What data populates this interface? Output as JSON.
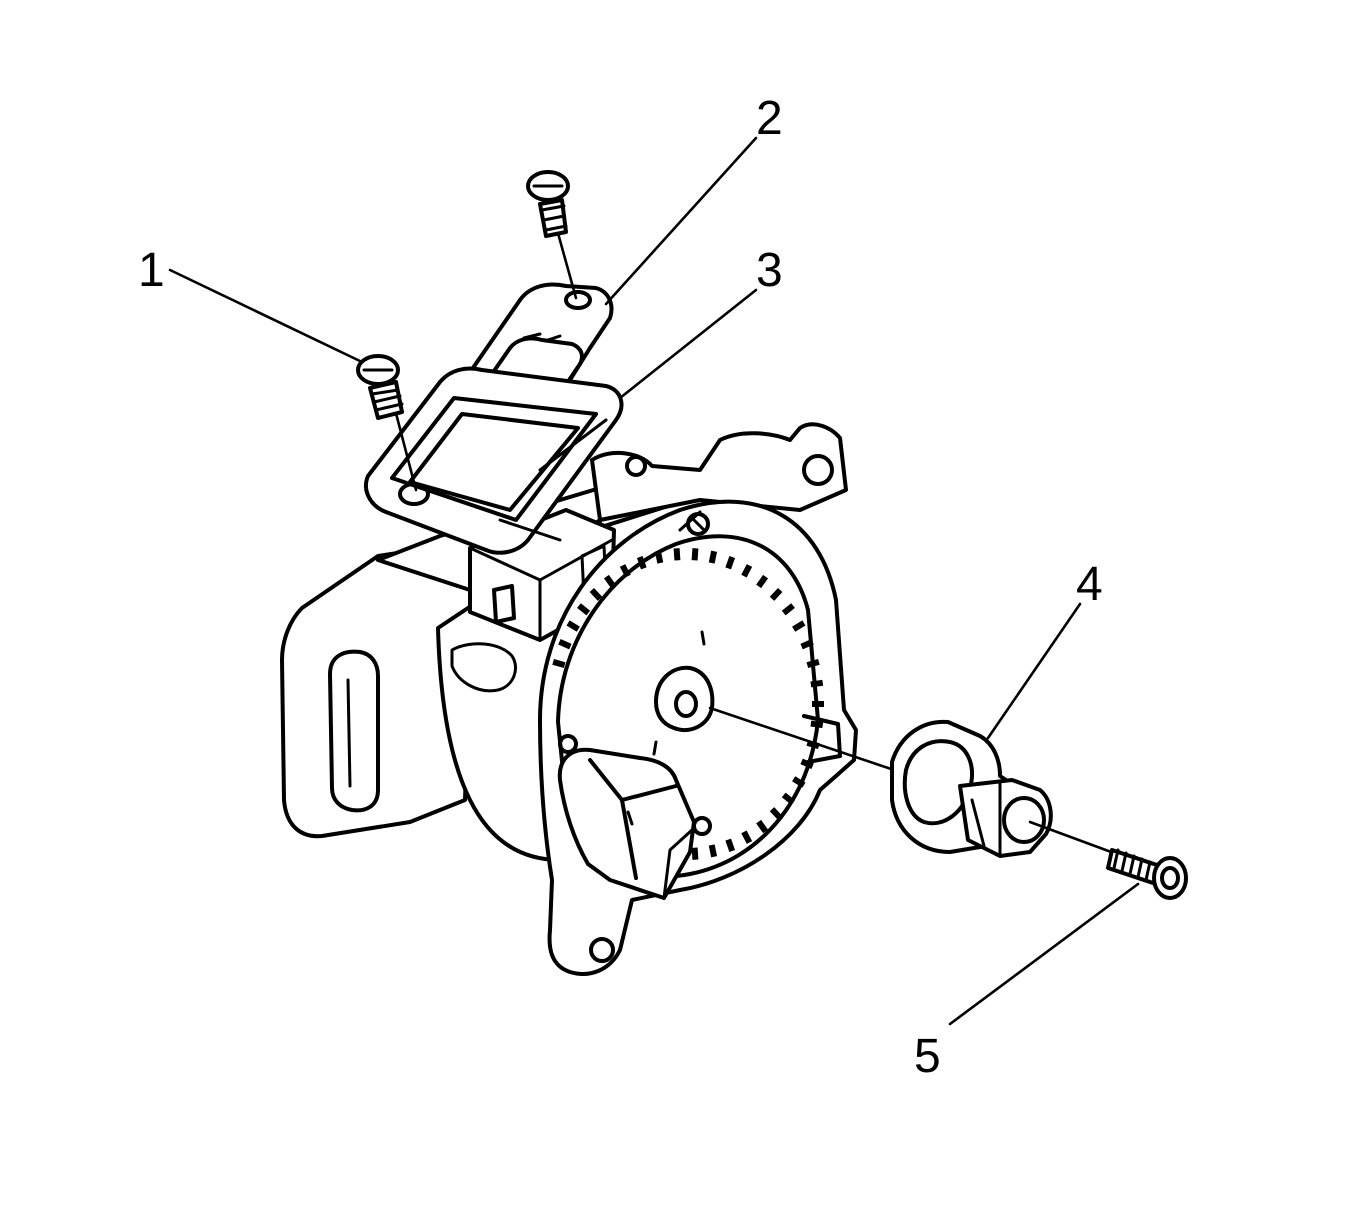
{
  "diagram": {
    "colors": {
      "line": "#000000",
      "background": "#ffffff"
    },
    "callouts": [
      {
        "id": "1",
        "label": "1"
      },
      {
        "id": "2",
        "label": "2"
      },
      {
        "id": "3",
        "label": "3"
      },
      {
        "id": "4",
        "label": "4"
      },
      {
        "id": "5",
        "label": "5"
      }
    ]
  }
}
